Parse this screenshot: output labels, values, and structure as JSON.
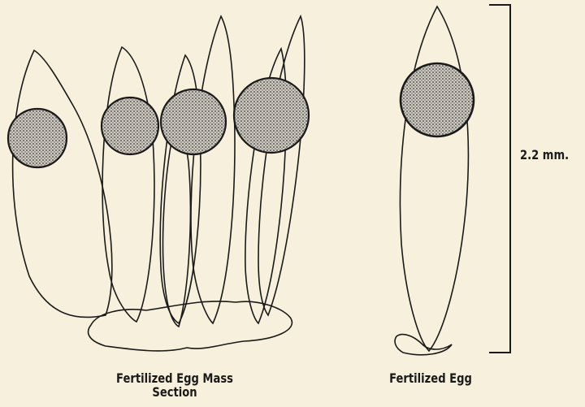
{
  "labels": {
    "mass": "Fertilized Egg Mass\nSection",
    "egg": "Fertilized Egg",
    "scale": "2.2 mm."
  },
  "colors": {
    "background": "#f7f0dc",
    "ink": "#1a1a1a",
    "yolk_stipple": "#3a3a3a"
  }
}
